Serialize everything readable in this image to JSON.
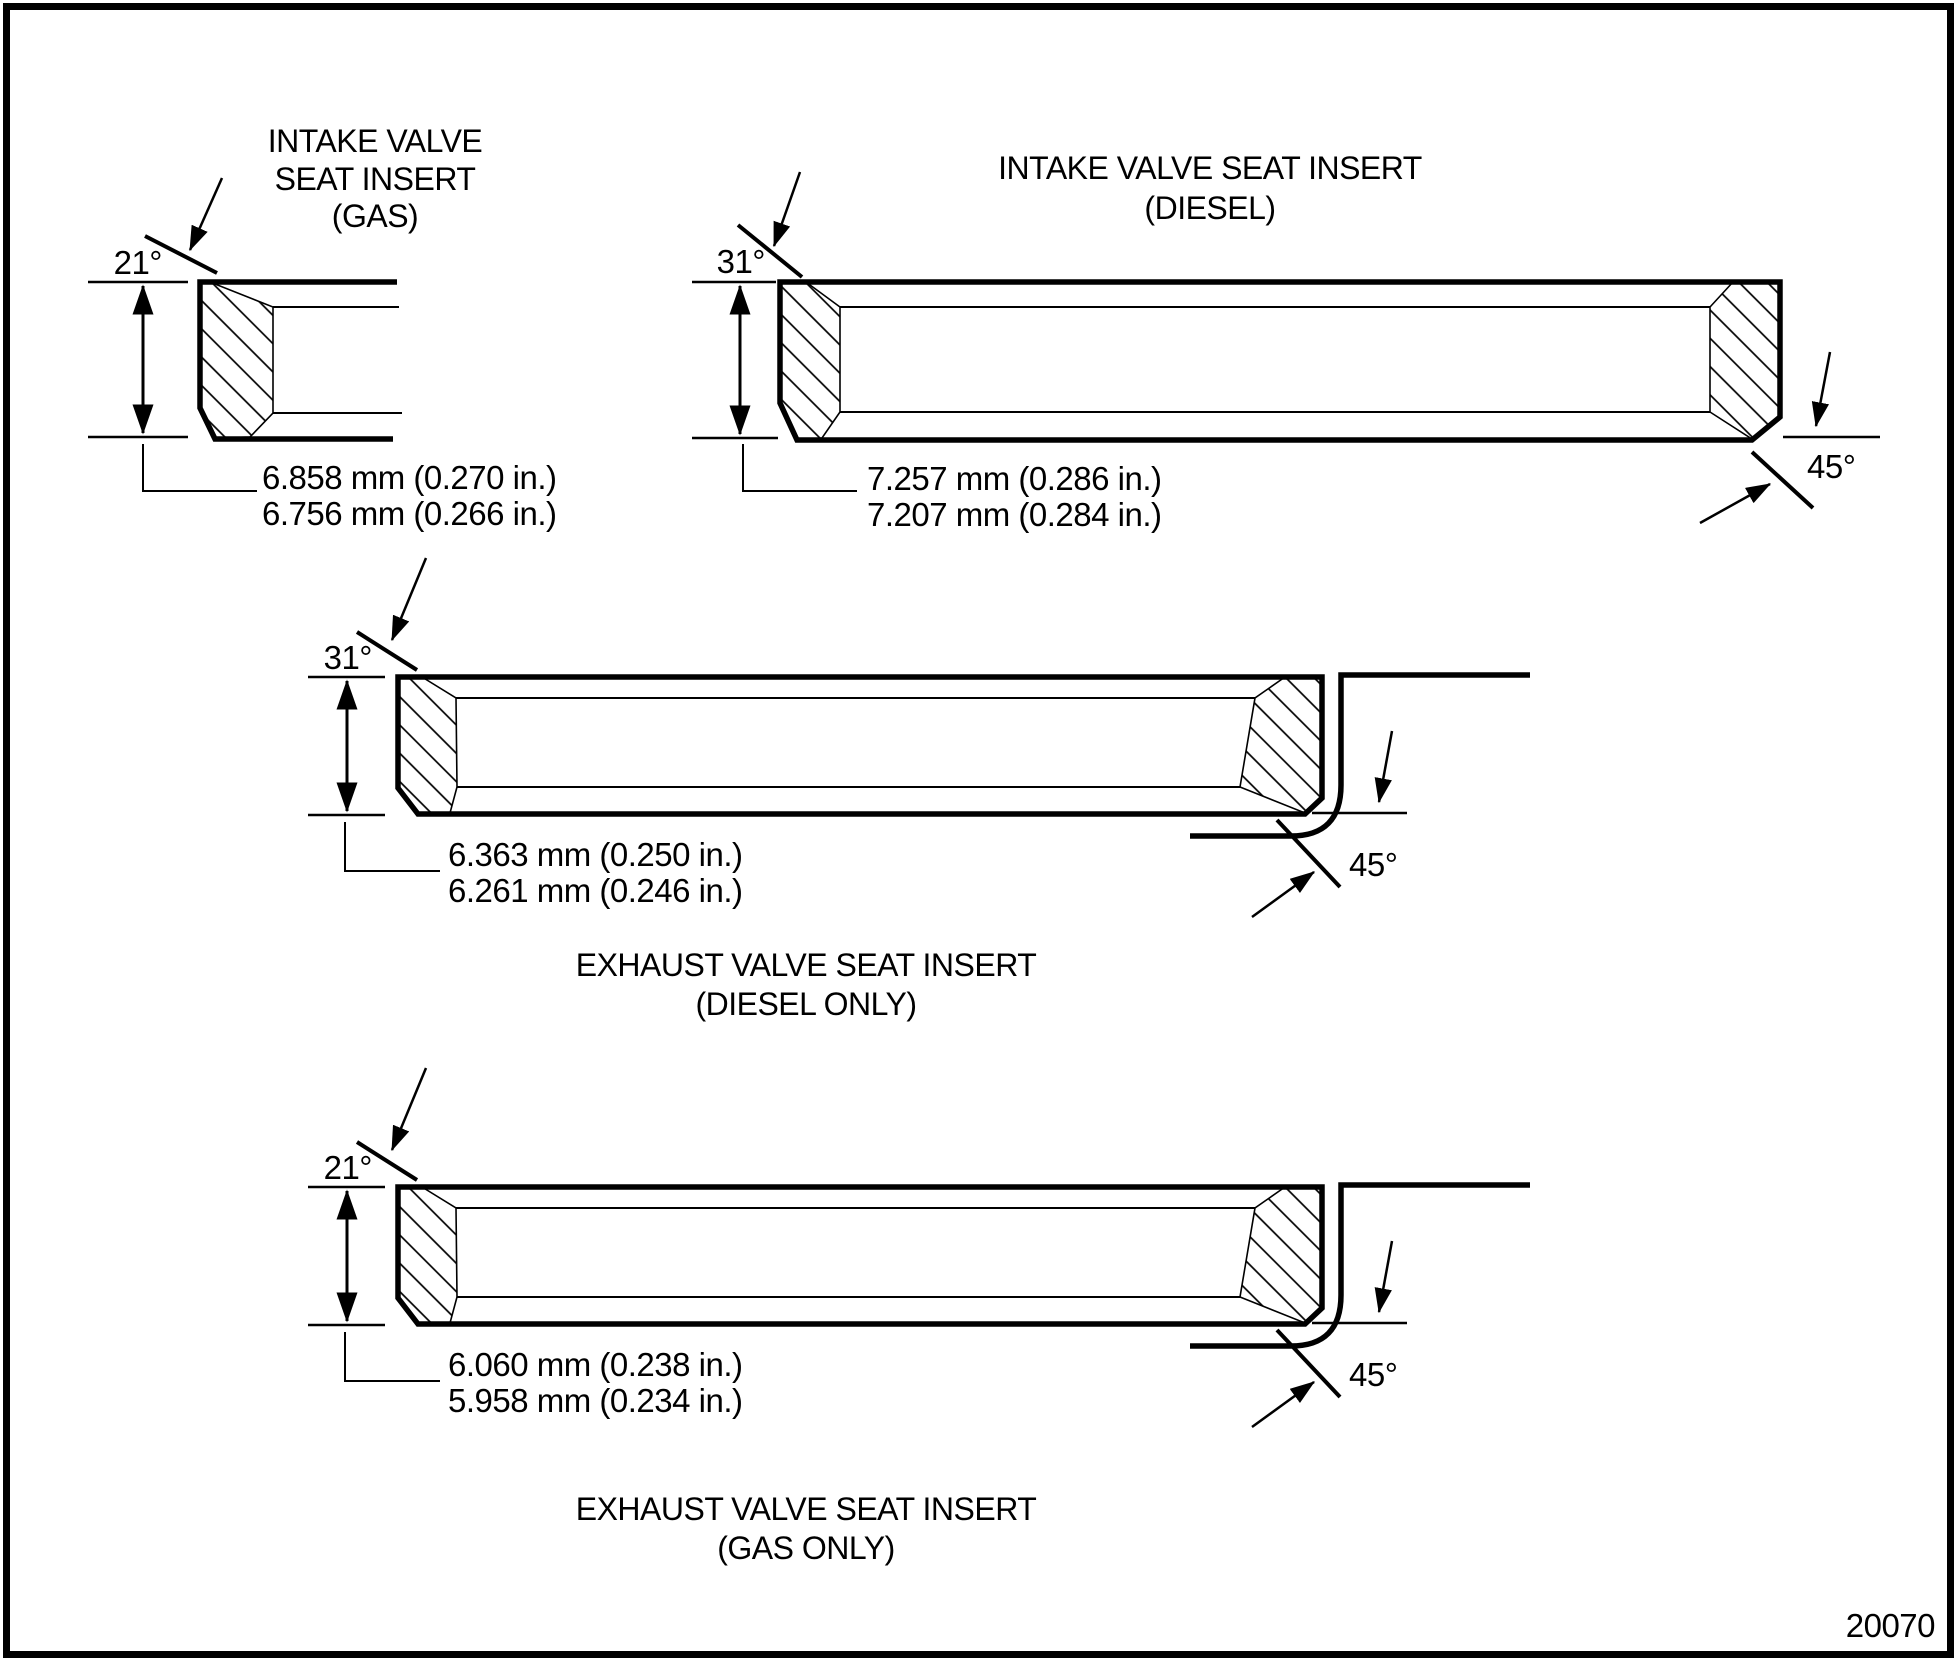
{
  "page": {
    "figure_number": "20070",
    "background_color": "#ffffff",
    "line_color": "#000000"
  },
  "diagrams": {
    "gas_intake": {
      "title_lines": [
        "INTAKE VALVE",
        "SEAT INSERT",
        "(GAS)"
      ],
      "seat_angle": "21°",
      "depth_dimensions": [
        "6.858 mm (0.270 in.)",
        "6.756 mm (0.266 in.)"
      ]
    },
    "diesel_intake": {
      "title_lines": [
        "INTAKE VALVE SEAT INSERT",
        "(DIESEL)"
      ],
      "seat_angle": "31°",
      "chamfer_angle": "45°",
      "depth_dimensions": [
        "7.257 mm (0.286 in.)",
        "7.207 mm (0.284 in.)"
      ]
    },
    "diesel_exhaust": {
      "title_lines": [
        "EXHAUST VALVE SEAT INSERT",
        "(DIESEL ONLY)"
      ],
      "seat_angle": "31°",
      "chamfer_angle": "45°",
      "depth_dimensions": [
        "6.363 mm (0.250 in.)",
        "6.261 mm (0.246 in.)"
      ]
    },
    "gas_exhaust": {
      "title_lines": [
        "EXHAUST VALVE SEAT INSERT",
        "(GAS ONLY)"
      ],
      "seat_angle": "21°",
      "chamfer_angle": "45°",
      "depth_dimensions": [
        "6.060 mm (0.238 in.)",
        "5.958 mm (0.234 in.)"
      ]
    }
  }
}
